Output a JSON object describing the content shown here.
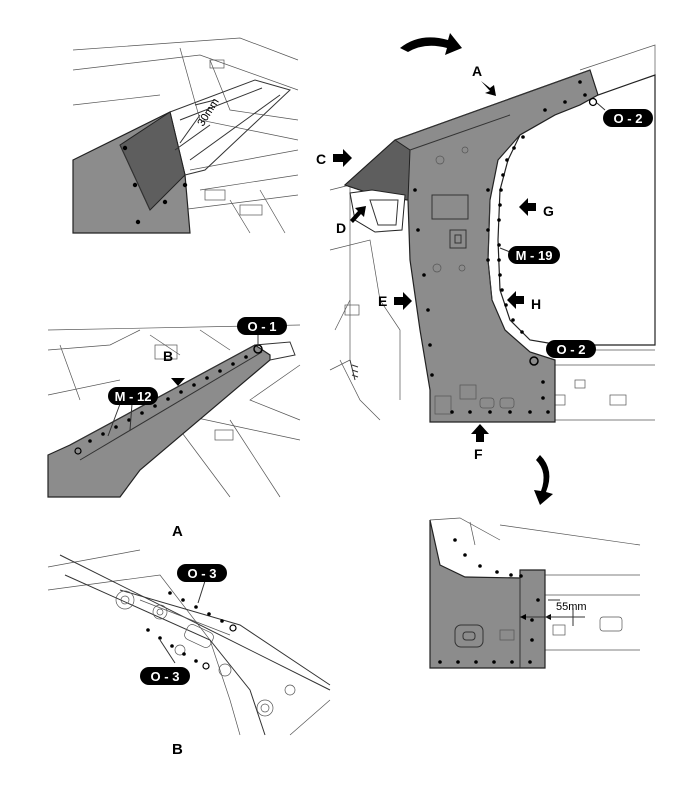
{
  "labels": {
    "a": "A",
    "b": "B",
    "c": "C",
    "d": "D",
    "e": "E",
    "f": "F",
    "g": "G",
    "h": "H"
  },
  "callouts": {
    "o1": "O - 1",
    "o2_top": "O - 2",
    "o2_mid": "O - 2",
    "o3_top": "O - 3",
    "o3_bottom": "O - 3",
    "m12": "M - 12",
    "m19": "M - 19"
  },
  "dimensions": {
    "top_left": "30mm",
    "bottom_right": "55mm"
  },
  "captions": {
    "detail_a": "A",
    "detail_b": "B"
  },
  "colors": {
    "replacement_panel": "#8c8c8c",
    "callout_fill": "#000000",
    "callout_text": "#ffffff"
  }
}
